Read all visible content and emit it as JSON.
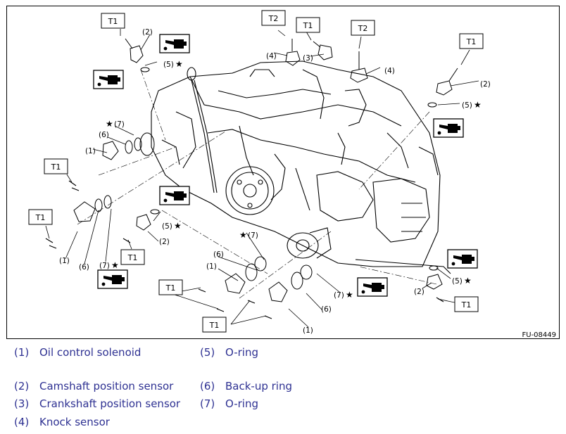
{
  "figure": {
    "code": "FU-08449",
    "torque_labels": [
      "T1",
      "T2"
    ],
    "callouts": [
      "(1)",
      "(2)",
      "(3)",
      "(4)",
      "(5)",
      "(6)",
      "(7)"
    ],
    "star": "★",
    "oil_icon": "oil-can-icon"
  },
  "legend": [
    {
      "num": "(1)",
      "text": "Oil control solenoid"
    },
    {
      "num": "(2)",
      "text": "Camshaft position sensor"
    },
    {
      "num": "(3)",
      "text": "Crankshaft position sensor"
    },
    {
      "num": "(4)",
      "text": "Knock sensor"
    },
    {
      "num": "(5)",
      "text": "O-ring"
    },
    {
      "num": "(6)",
      "text": "Back-up ring"
    },
    {
      "num": "(7)",
      "text": "O-ring"
    }
  ]
}
